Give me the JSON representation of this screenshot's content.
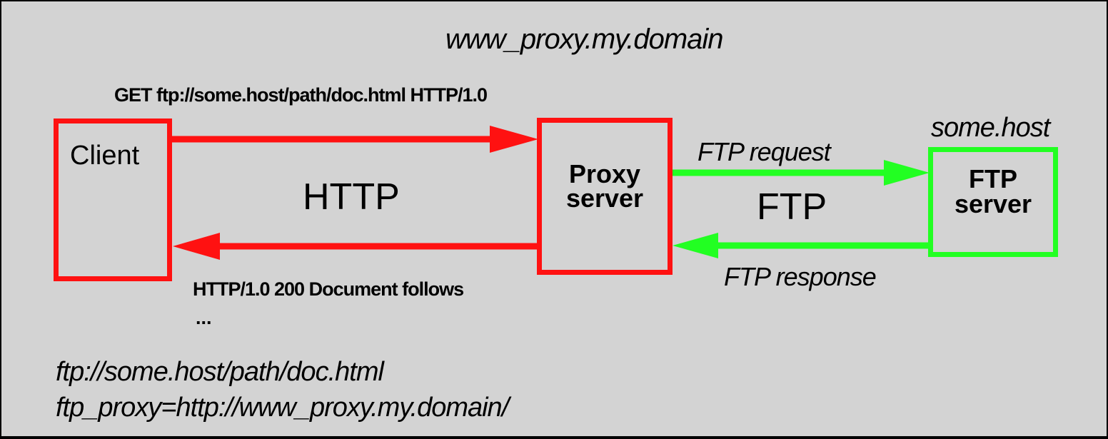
{
  "proxy_host": "www_proxy.my.domain",
  "ftp_host": "some.host",
  "request_line": "GET ftp://some.host/path/doc.html HTTP/1.0",
  "response_line": "HTTP/1.0 200 Document follows",
  "response_ellipsis": "...",
  "protocol_left": "HTTP",
  "protocol_right": "FTP",
  "ftp_request": "FTP request",
  "ftp_response": "FTP response",
  "nodes": {
    "client": "Client",
    "proxy_line1": "Proxy",
    "proxy_line2": "server",
    "ftp_line1": "FTP",
    "ftp_line2": "server"
  },
  "notes": {
    "url": "ftp://some.host/path/doc.html",
    "env": "ftp_proxy=http://www_proxy.my.domain/"
  },
  "colors": {
    "background": "#d3d3d3",
    "http_links": "#ff1111",
    "ftp_links": "#22ff22",
    "text": "#000000"
  }
}
